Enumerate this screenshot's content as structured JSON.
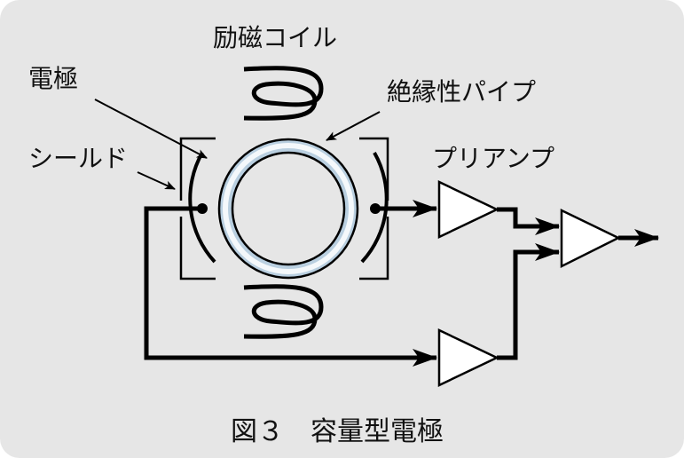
{
  "diagram": {
    "labels": {
      "coil": "励磁コイル",
      "electrode": "電極",
      "pipe": "絶縁性パイプ",
      "shield": "シールド",
      "preamp": "プリアンプ"
    },
    "caption": "図３　容量型電極",
    "colors": {
      "background": "#e6e6e6",
      "pipe_fill": "#b9cfe0",
      "pipe_highlight": "#f4f8fb",
      "line": "#000000",
      "amp_fill": "#ffffff"
    }
  }
}
